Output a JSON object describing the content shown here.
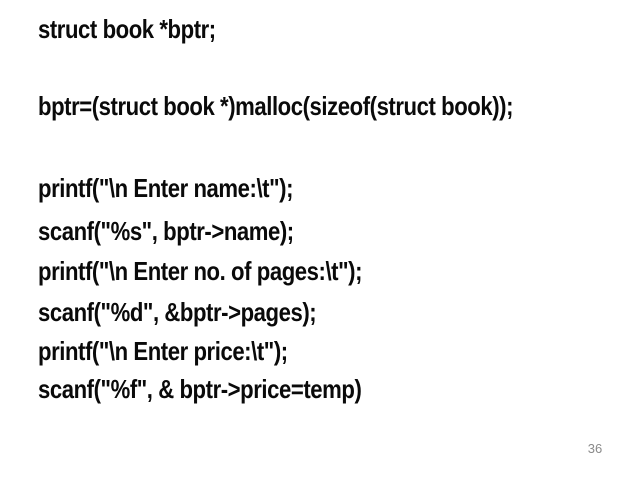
{
  "slide": {
    "background_color": "#ffffff",
    "text_color": "#0a0a0a",
    "page_number": "36",
    "page_number_color": "#8a8a8a",
    "code_lines": [
      "struct book *bptr;",
      "bptr=(struct book *)malloc(sizeof(struct book));",
      "printf(\"\\n Enter name:\\t\");",
      "scanf(\"%s\", bptr->name);",
      "printf(\"\\n Enter no. of pages:\\t\");",
      "scanf(\"%d\", &bptr->pages);",
      "printf(\"\\n Enter price:\\t\");",
      "scanf(\"%f\", & bptr->price=temp)"
    ]
  }
}
